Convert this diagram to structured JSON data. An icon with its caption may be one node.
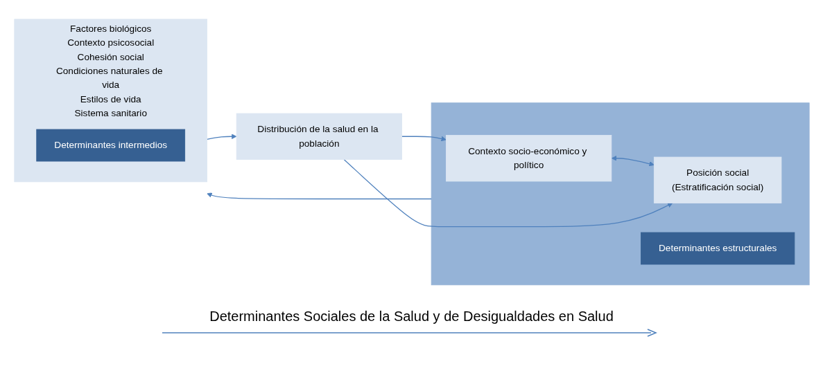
{
  "diagram": {
    "caption": "Determinantes Sociales de la Salud y de Desigualdades en Salud",
    "nodes": [
      {
        "text": [],
        "shape": "box"
      },
      {
        "text": [
          "Contexto socio-económico y político"
        ],
        "in": 0
      },
      {
        "text": [
          "Posición social",
          "(Estratificación social)"
        ],
        "in": 0
      },
      {
        "text": [
          "Determinantes estructurales"
        ],
        "in": 0
      },
      {
        "text": [
          "Factores biológicos",
          "Contexto psicosocial",
          "Cohesión social",
          "Condiciones naturales de vida",
          "Estilos de vida",
          "Sistema sanitario"
        ]
      },
      {
        "text": [
          "Determinantes intermedios"
        ],
        "in": 4
      },
      {
        "text": [
          "Distribución de la salud en la población"
        ]
      }
    ],
    "edges": [
      {
        "from": 1,
        "to": 2,
        "arrow": "both"
      },
      {
        "from": 0,
        "to": 4,
        "arrow": "to"
      },
      {
        "from": 4,
        "to": 6,
        "arrow": "to"
      },
      {
        "from": 6,
        "to": 1,
        "arrow": "to"
      },
      {
        "from": 6,
        "to": 2,
        "arrow": "to"
      }
    ]
  }
}
